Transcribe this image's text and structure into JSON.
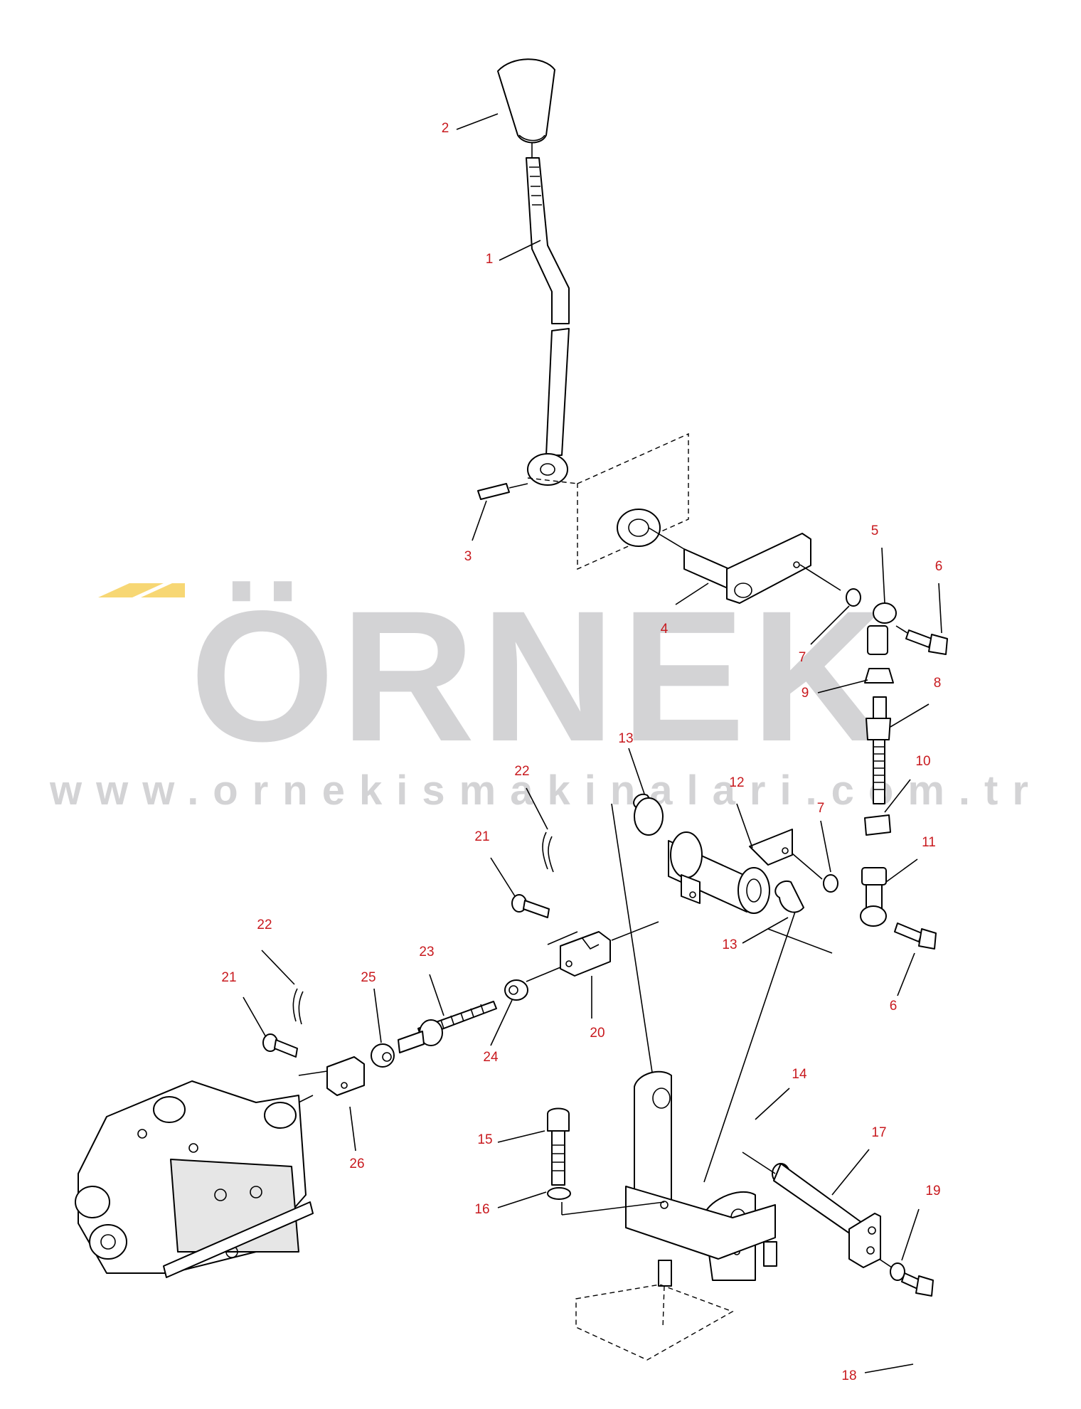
{
  "watermark": {
    "brand": "ÖRNEK",
    "accent_color": "#f7d774",
    "text_color": "#d3d3d5",
    "url": "www.ornekismakinalari.com.tr"
  },
  "callouts": [
    {
      "id": "c2",
      "number": "2"
    },
    {
      "id": "c1",
      "number": "1"
    },
    {
      "id": "c3",
      "number": "3"
    },
    {
      "id": "c4",
      "number": "4"
    },
    {
      "id": "c5",
      "number": "5"
    },
    {
      "id": "c6a",
      "number": "6"
    },
    {
      "id": "c7a",
      "number": "7"
    },
    {
      "id": "c9",
      "number": "9"
    },
    {
      "id": "c8",
      "number": "8"
    },
    {
      "id": "c10",
      "number": "10"
    },
    {
      "id": "c11",
      "number": "11"
    },
    {
      "id": "c13a",
      "number": "13"
    },
    {
      "id": "c12",
      "number": "12"
    },
    {
      "id": "c7b",
      "number": "7"
    },
    {
      "id": "c22a",
      "number": "22"
    },
    {
      "id": "c21a",
      "number": "21"
    },
    {
      "id": "c13b",
      "number": "13"
    },
    {
      "id": "c6b",
      "number": "6"
    },
    {
      "id": "c22b",
      "number": "22"
    },
    {
      "id": "c23",
      "number": "23"
    },
    {
      "id": "c21b",
      "number": "21"
    },
    {
      "id": "c25",
      "number": "25"
    },
    {
      "id": "c24",
      "number": "24"
    },
    {
      "id": "c20",
      "number": "20"
    },
    {
      "id": "c26",
      "number": "26"
    },
    {
      "id": "c14",
      "number": "14"
    },
    {
      "id": "c17",
      "number": "17"
    },
    {
      "id": "c15",
      "number": "15"
    },
    {
      "id": "c16",
      "number": "16"
    },
    {
      "id": "c19",
      "number": "19"
    },
    {
      "id": "c18",
      "number": "18"
    }
  ]
}
